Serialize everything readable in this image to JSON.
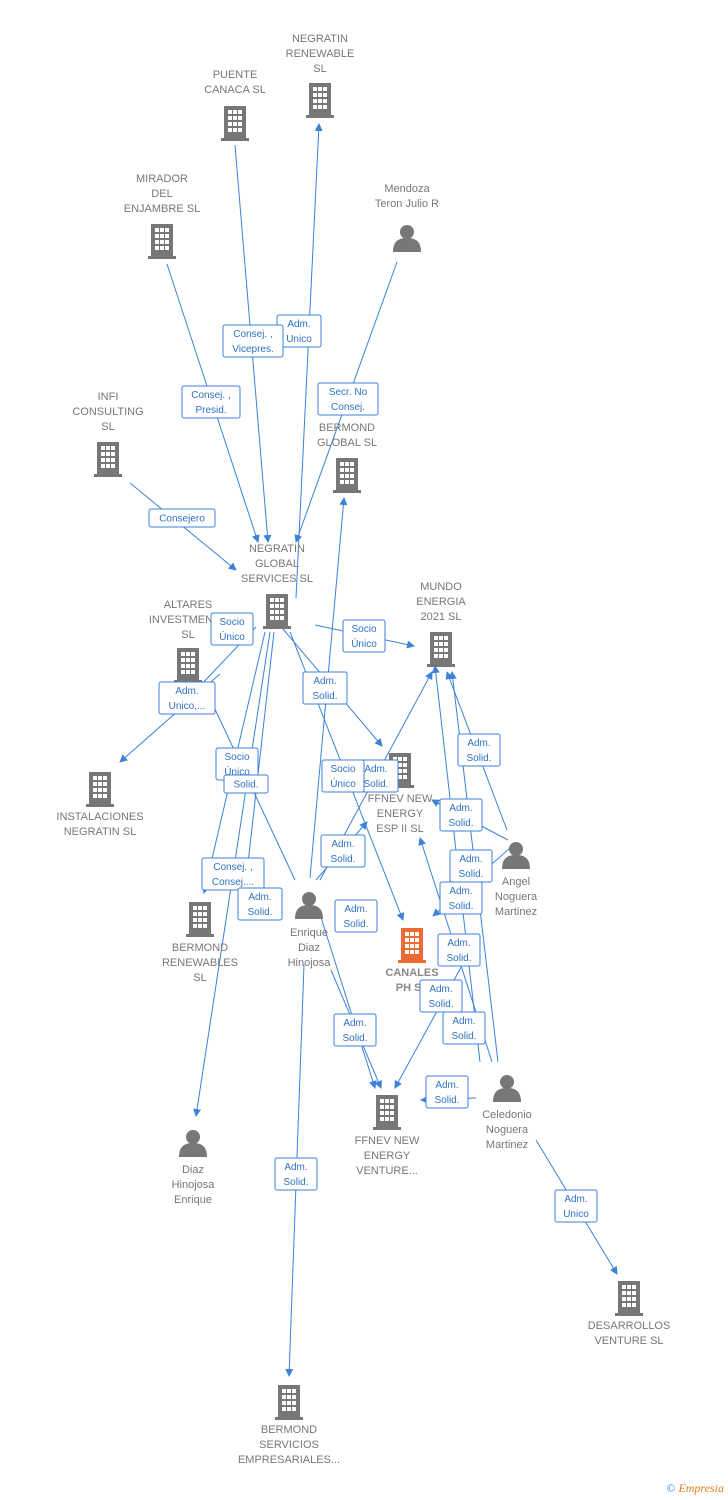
{
  "colors": {
    "building": "#777777",
    "focus": "#ee6a33",
    "edge": "#3b82d8",
    "person": "#777777"
  },
  "nodes": [
    {
      "id": "negratin_renewable",
      "type": "company",
      "lines": [
        "NEGRATIN",
        "RENEWABLE",
        "SL"
      ]
    },
    {
      "id": "puente_canaca",
      "type": "company",
      "lines": [
        "PUENTE",
        "CANACA SL"
      ]
    },
    {
      "id": "mirador",
      "type": "company",
      "lines": [
        "MIRADOR",
        "DEL",
        "ENJAMBRE SL"
      ]
    },
    {
      "id": "mendoza",
      "type": "person",
      "lines": [
        "Mendoza",
        "Teron Julio R"
      ]
    },
    {
      "id": "infi",
      "type": "company",
      "lines": [
        "INFI",
        "CONSULTING",
        "SL"
      ]
    },
    {
      "id": "bermond_global",
      "type": "company",
      "lines": [
        "BERMOND",
        "GLOBAL  SL"
      ]
    },
    {
      "id": "negratin_global",
      "type": "company",
      "lines": [
        "NEGRATIN",
        "GLOBAL",
        "SERVICES  SL"
      ]
    },
    {
      "id": "altares",
      "type": "company",
      "lines": [
        "ALTARES",
        "INVESTMENTS",
        "SL"
      ]
    },
    {
      "id": "mundo",
      "type": "company",
      "lines": [
        "MUNDO",
        "ENERGIA",
        "2021  SL"
      ]
    },
    {
      "id": "instalaciones",
      "type": "company",
      "lines": [
        "INSTALACIONES",
        "NEGRATIN SL"
      ]
    },
    {
      "id": "ffnev_esp",
      "type": "company",
      "lines": [
        "FFNEV NEW",
        "ENERGY",
        "ESP II  SL"
      ]
    },
    {
      "id": "angel",
      "type": "person",
      "lines": [
        "Angel",
        "Noguera",
        "Martinez"
      ]
    },
    {
      "id": "bermond_renewables",
      "type": "company",
      "lines": [
        "BERMOND",
        "RENEWABLES",
        "SL"
      ]
    },
    {
      "id": "enrique",
      "type": "person",
      "lines": [
        "Enrique",
        "Diaz",
        "Hinojosa"
      ]
    },
    {
      "id": "canales",
      "type": "focus",
      "lines": [
        "CANALES",
        "PH  SL"
      ]
    },
    {
      "id": "ffnev_venture",
      "type": "company",
      "lines": [
        "FFNEV NEW",
        "ENERGY",
        "VENTURE..."
      ]
    },
    {
      "id": "celedonio",
      "type": "person",
      "lines": [
        "Celedonio",
        "Noguera",
        "Martinez"
      ]
    },
    {
      "id": "diaz",
      "type": "person",
      "lines": [
        "Diaz",
        "Hinojosa",
        "Enrique"
      ]
    },
    {
      "id": "desarrollos",
      "type": "company",
      "lines": [
        "DESARROLLOS",
        "VENTURE  SL"
      ]
    },
    {
      "id": "bermond_servicios",
      "type": "company",
      "lines": [
        "BERMOND",
        "SERVICIOS",
        "EMPRESARIALES..."
      ]
    }
  ],
  "edge_labels": [
    [
      "Adm.",
      "Unico"
    ],
    [
      "Consej. ,",
      "Vicepres."
    ],
    [
      "Consej. ,",
      "Presid."
    ],
    [
      "Secr.  No",
      "Consej."
    ],
    [
      "Consejero"
    ],
    [
      "Socio",
      "Único"
    ],
    [
      "Socio",
      "Único"
    ],
    [
      "Adm.",
      "Unico,..."
    ],
    [
      "Adm.",
      "Solid."
    ],
    [
      "Socio",
      "Único"
    ],
    [
      "Solid."
    ],
    [
      "Adm.",
      "Solid."
    ],
    [
      "Socio",
      "Único"
    ],
    [
      "Adm.",
      "Solid."
    ],
    [
      "Adm.",
      "Solid."
    ],
    [
      "Adm.",
      "Solid."
    ],
    [
      "Consej. ,",
      "Consej...."
    ],
    [
      "Adm.",
      "Solid."
    ],
    [
      "Adm.",
      "Solid."
    ],
    [
      "Adm.",
      "Solid."
    ],
    [
      "Adm.",
      "Solid."
    ],
    [
      "Adm.",
      "Solid."
    ],
    [
      "Adm.",
      "Solid."
    ],
    [
      "Adm.",
      "Solid."
    ],
    [
      "Adm.",
      "Solid."
    ],
    [
      "Adm.",
      "Solid."
    ],
    [
      "Adm.",
      "Solid."
    ],
    [
      "Adm.",
      "Unico"
    ]
  ],
  "footer": {
    "copyright": "©",
    "brand": "Empresia"
  }
}
